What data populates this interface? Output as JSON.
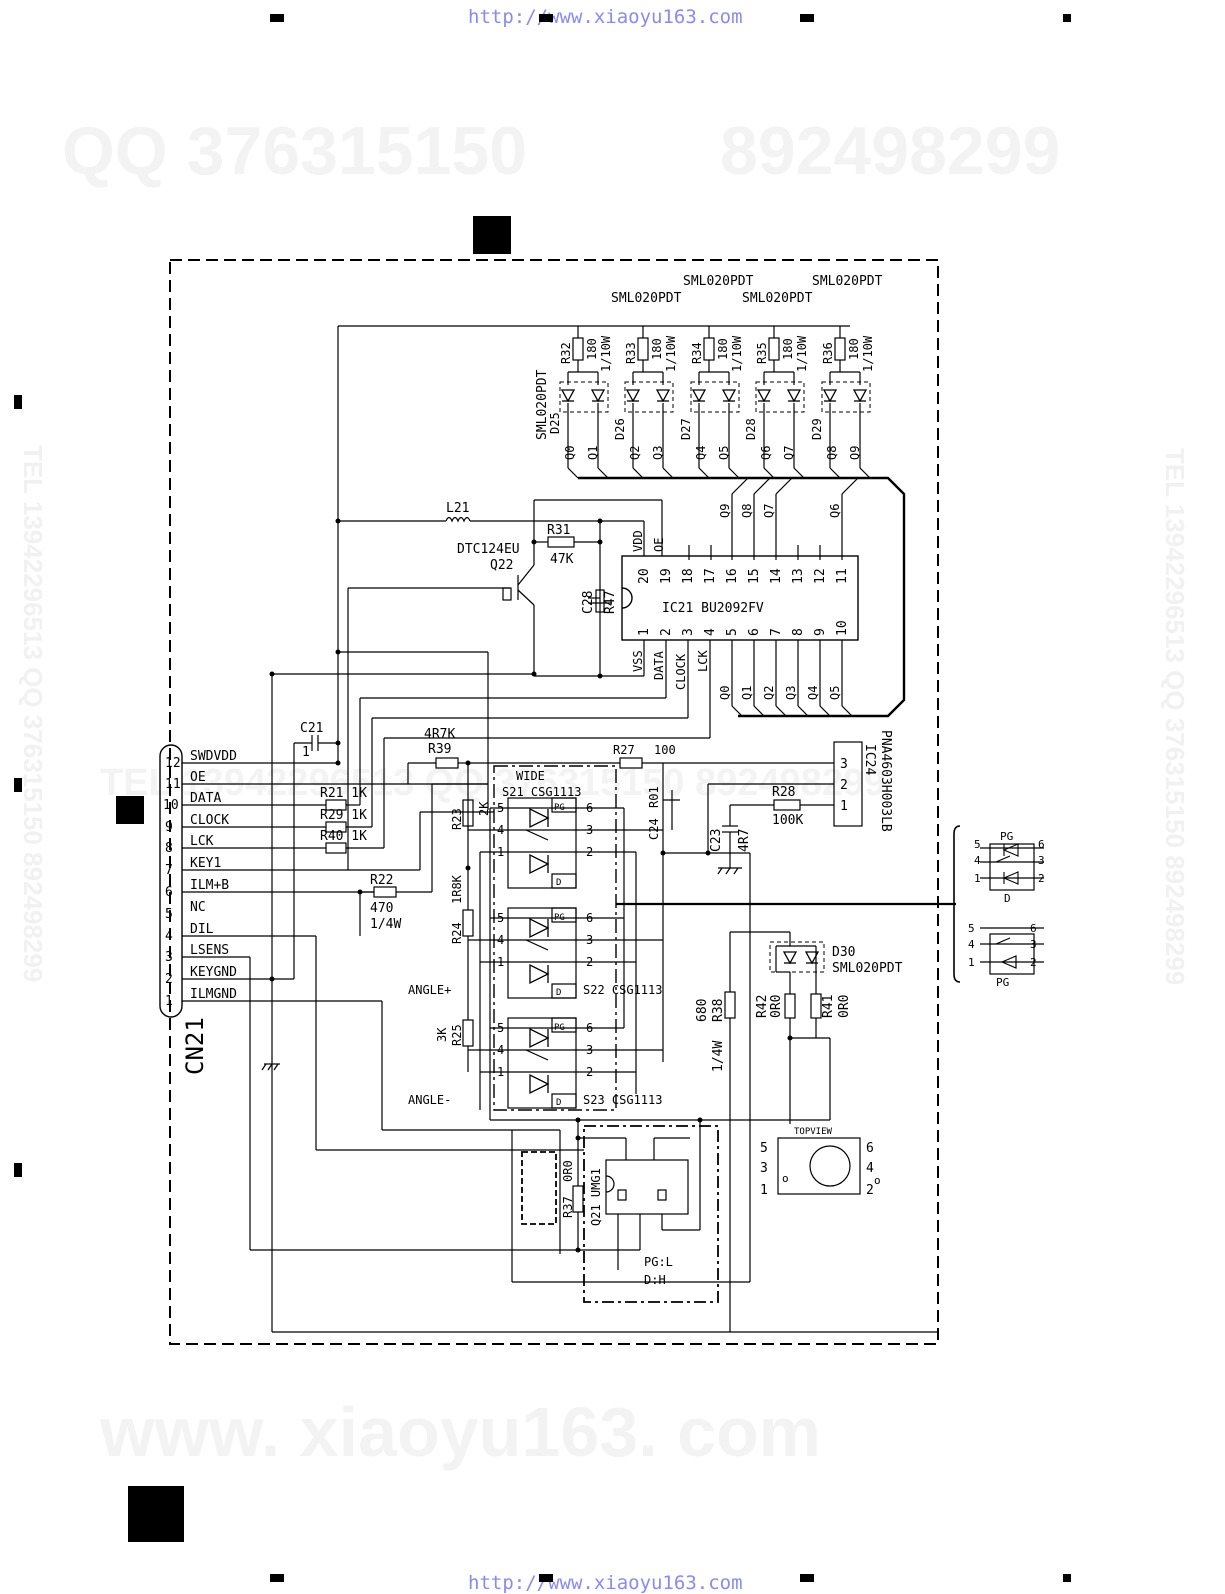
{
  "header_url": "http://www.xiaoyu163.com",
  "footer_url": "http://www.xiaoyu163.com",
  "watermarks": {
    "top_qq": "QQ 376315150",
    "top_num": "892498299",
    "middle": "TEL 13942296513 QQ 376315150 892498299",
    "bottom": "www. xiaoyu163. com",
    "side_left": "TEL 13942296513 QQ 376315150 892498299",
    "side_right": "TEL 13942296513 QQ 376315150 892498299"
  },
  "connector": {
    "name": "CN21",
    "pins": [
      {
        "num": "12",
        "label": "SWDVDD"
      },
      {
        "num": "11",
        "label": "OE"
      },
      {
        "num": "10",
        "label": "DATA"
      },
      {
        "num": "9",
        "label": "CLOCK"
      },
      {
        "num": "8",
        "label": "LCK"
      },
      {
        "num": "7",
        "label": "KEY1"
      },
      {
        "num": "6",
        "label": "ILM+B"
      },
      {
        "num": "5",
        "label": "NC"
      },
      {
        "num": "4",
        "label": "DIL"
      },
      {
        "num": "3",
        "label": "LSENS"
      },
      {
        "num": "2",
        "label": "KEYGND"
      },
      {
        "num": "1",
        "label": "ILMGND"
      }
    ]
  },
  "led_part_labels": [
    "SML020PDT",
    "SML020PDT",
    "SML020PDT",
    "SML020PDT",
    "SML020PDT"
  ],
  "resistor_bank": [
    {
      "ref": "R32",
      "value": "180",
      "power": "1/10W",
      "diode": "D25"
    },
    {
      "ref": "R33",
      "value": "180",
      "power": "1/10W",
      "diode": "D26"
    },
    {
      "ref": "R34",
      "value": "180",
      "power": "1/10W",
      "diode": "D27"
    },
    {
      "ref": "R35",
      "value": "180",
      "power": "1/10W",
      "diode": "D28"
    },
    {
      "ref": "R36",
      "value": "180",
      "power": "1/10W",
      "diode": "D29"
    }
  ],
  "d25_part": "SML020PDT",
  "q_top": [
    "Q0",
    "Q1",
    "Q2",
    "Q3",
    "Q4",
    "Q5",
    "Q6",
    "Q7",
    "Q8",
    "Q9"
  ],
  "q_right": [
    "Q9",
    "Q8",
    "Q7",
    "Q6"
  ],
  "q_bottom": [
    "Q0",
    "Q1",
    "Q2",
    "Q3",
    "Q4",
    "Q5"
  ],
  "ic21": {
    "label": "IC21 BU2092FV",
    "top_pins": [
      "20",
      "19",
      "18",
      "17",
      "16",
      "15",
      "14",
      "13",
      "12",
      "11"
    ],
    "bottom_pins": [
      "1",
      "2",
      "3",
      "4",
      "5",
      "6",
      "7",
      "8",
      "9",
      "10"
    ],
    "top_signals": [
      "VDD",
      "OE"
    ],
    "bottom_signals": [
      "VSS",
      "DATA",
      "CLOCK",
      "LCK"
    ]
  },
  "components": {
    "l21": "L21",
    "q22_part": "DTC124EU",
    "q22_ref": "Q22",
    "r31": "R31",
    "r31_val": "47K",
    "c28": "C28",
    "r47": "R47",
    "c21": "C21",
    "c21_val": "1",
    "r39_val": "4R7K",
    "r39": "R39",
    "r21": "R21 1K",
    "r29": "R29 1K",
    "r40": "R40 1K",
    "r22": "R22",
    "r22_val": "470",
    "r22_pow": "1/4W",
    "r23": "R23",
    "r23_val": "2K",
    "r24": "R24",
    "r24_val": "1R8K",
    "r25": "R25",
    "r25_val": "3K",
    "r27": "R27",
    "r27_val": "100",
    "r01": "R01",
    "c24": "C24",
    "c23": "C23",
    "c23_val": "4R7",
    "r28": "R28",
    "r28_val": "100K",
    "ic24": "IC24",
    "ic24_part": "PNA4603H003LB",
    "ic24_pins": [
      "3",
      "2",
      "1"
    ],
    "wide": "WIDE",
    "s21": "S21 CSG1113",
    "s22": "S22 CSG1113",
    "s23": "S23 CSG1113",
    "angle_plus": "ANGLE+",
    "angle_minus": "ANGLE-",
    "sw_pins_left": [
      "5",
      "4",
      "1"
    ],
    "sw_pins_right": [
      "6",
      "3",
      "2"
    ],
    "pg": "PG",
    "d": "D",
    "r38": "R38",
    "r38_val": "680",
    "r38_pow": "1/4W",
    "d30": "D30",
    "d30_part": "SML020PDT",
    "r42": "R42",
    "r42_val": "0R0",
    "r41": "R41",
    "r41_val": "0R0",
    "r37": "R37",
    "r37_val": "0R0",
    "q21": "Q21 UMG1",
    "pgl": "PG:L",
    "dh": "D:H",
    "topview": "TOPVIEW",
    "topview_left": [
      "5",
      "3",
      "1"
    ],
    "topview_right": [
      "6",
      "4",
      "2"
    ],
    "topview_o": "o",
    "detail_pins_left": [
      "5",
      "4",
      "1"
    ],
    "detail_pins_right": [
      "6",
      "3",
      "2"
    ],
    "detail_pg": "PG",
    "detail_d": "D"
  }
}
